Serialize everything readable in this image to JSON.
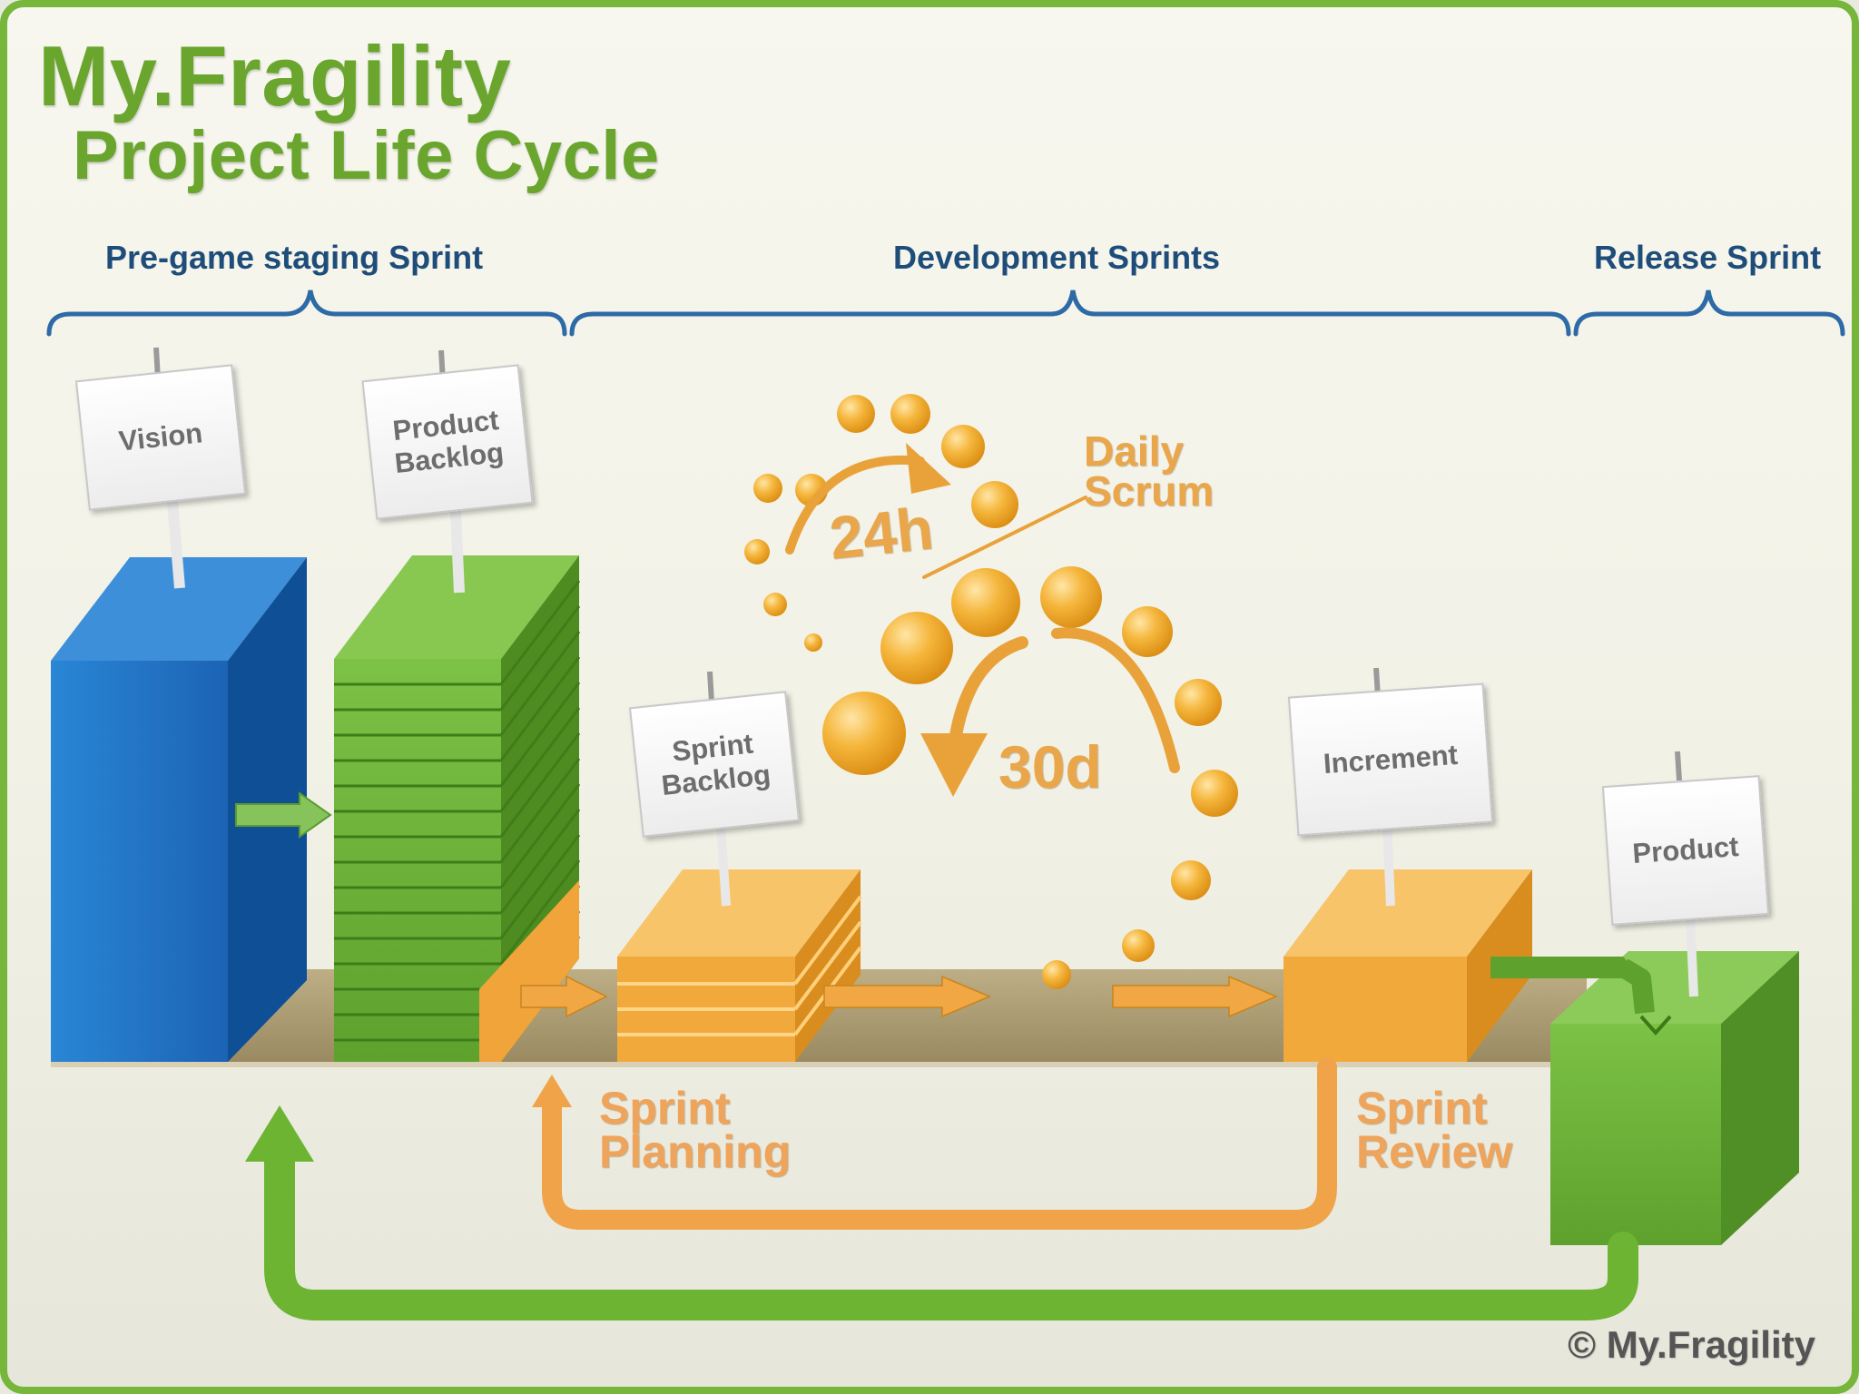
{
  "title": "My.Fragility",
  "subtitle": "Project Life Cycle",
  "phases": {
    "pregame": "Pre-game staging Sprint",
    "development": "Development Sprints",
    "release": "Release Sprint"
  },
  "signs": {
    "vision": "Vision",
    "product_backlog": "Product Backlog",
    "sprint_backlog": "Sprint Backlog",
    "increment": "Increment",
    "product": "Product"
  },
  "scrum": {
    "daily_scrum": "Daily Scrum",
    "day_cycle": "24h",
    "sprint_cycle": "30d"
  },
  "loops": {
    "sprint_planning": "Sprint Planning",
    "sprint_review": "Sprint Review"
  },
  "copyright": "© My.Fragility",
  "colors": {
    "frame_green": "#76b63a",
    "title_green": "#6aa62d",
    "phase_blue": "#1f4d7a",
    "vision_blue": "#1f6fc2",
    "backlog_green": "#6fb338",
    "sprint_orange": "#f4b043",
    "ball_orange": "#f3ac2c"
  }
}
